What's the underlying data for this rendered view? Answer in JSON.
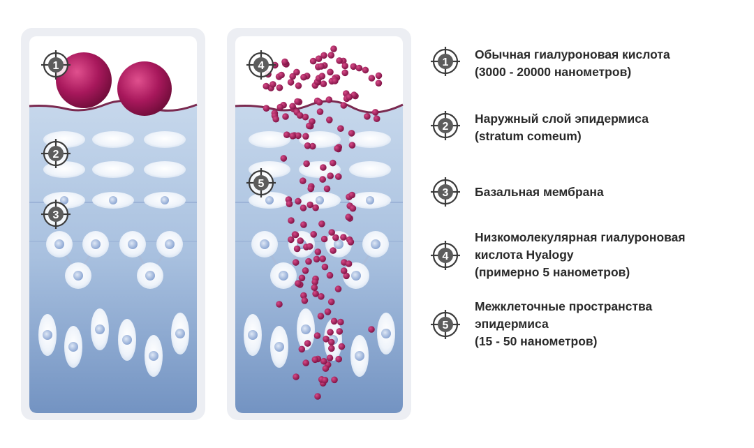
{
  "legend": {
    "items": [
      {
        "num": "1",
        "text": "Обычная гиалуроновая кислота\n(3000 - 20000 нанометров)"
      },
      {
        "num": "2",
        "text": "Наружный слой  эпидермиса\n(stratum comeum)"
      },
      {
        "num": "3",
        "text": "Базальная мембрана"
      },
      {
        "num": "4",
        "text": "Низкомолекулярная гиалуроновая\nкислота Hyalogy\n(примерно 5 нанометров)"
      },
      {
        "num": "5",
        "text": "Межклеточные пространства\nэпидермиса\n(15 - 50 нанометров)"
      }
    ]
  },
  "colors": {
    "molecule": "#a3185a",
    "skin_top": "#d2dff0",
    "skin_bottom": "#6c8cbc",
    "membrane": "#7a2a50",
    "panel_frame": "#e6e8ee",
    "marker_dark": "#5c5c5c"
  }
}
